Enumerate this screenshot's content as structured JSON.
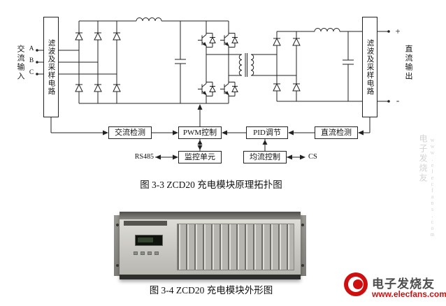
{
  "diagram": {
    "ac_input_label": "交流输入",
    "phases": [
      "A",
      "B",
      "C"
    ],
    "left_filter_label": "滤波及采样电路",
    "right_filter_label": "滤波及采样电路",
    "dc_output_label": "直流输出",
    "plus": "+",
    "minus": "-",
    "blocks": {
      "ac_detect": "交流检测",
      "pwm": "PWM控制",
      "pid": "PID调节",
      "dc_detect": "直流检测",
      "monitor": "监控单元",
      "share": "均流控制"
    },
    "rs485": "RS485",
    "cs": "CS",
    "caption": "图 3-3 ZCD20 充电模块原理拓扑图"
  },
  "photo": {
    "caption": "图 3-4 ZCD20 充电模块外形图"
  },
  "watermark": {
    "brand": "电子发烧友",
    "url": "www.elecfans.com",
    "faint_brand": "电子发烧友",
    "faint_url": "www.elecfans.com",
    "brand_color": "#cf0f0f"
  }
}
